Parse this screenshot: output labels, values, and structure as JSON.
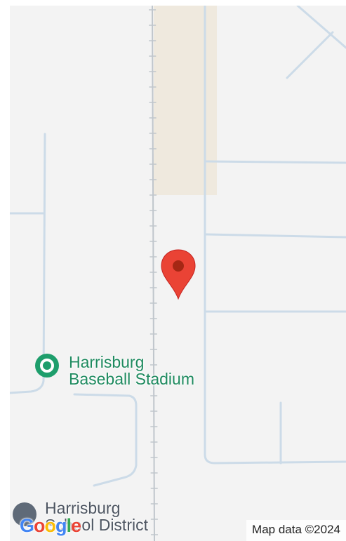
{
  "colors": {
    "map_bg": "#f3f3f3",
    "road": "#ccdbe8",
    "park_area": "#efe9de",
    "rail": "#c0c6cc",
    "poi_green": "#1e9e6c",
    "pin_red": "#ea4335",
    "pin_dark": "#a52714"
  },
  "pin": {
    "icon": "map-pin-icon"
  },
  "poi_stadium": {
    "icon": "stadium-place-icon",
    "line1": "Harrisburg",
    "line2": "Baseball Stadium"
  },
  "poi_school": {
    "icon": "school-place-icon",
    "line1": "Harrisburg",
    "line2": "School District"
  },
  "logo": {
    "letters": [
      "G",
      "o",
      "o",
      "g",
      "l",
      "e"
    ],
    "colors": [
      "#4285f4",
      "#ea4335",
      "#fbbc05",
      "#4285f4",
      "#34a853",
      "#ea4335"
    ]
  },
  "attribution": "Map data ©2024"
}
